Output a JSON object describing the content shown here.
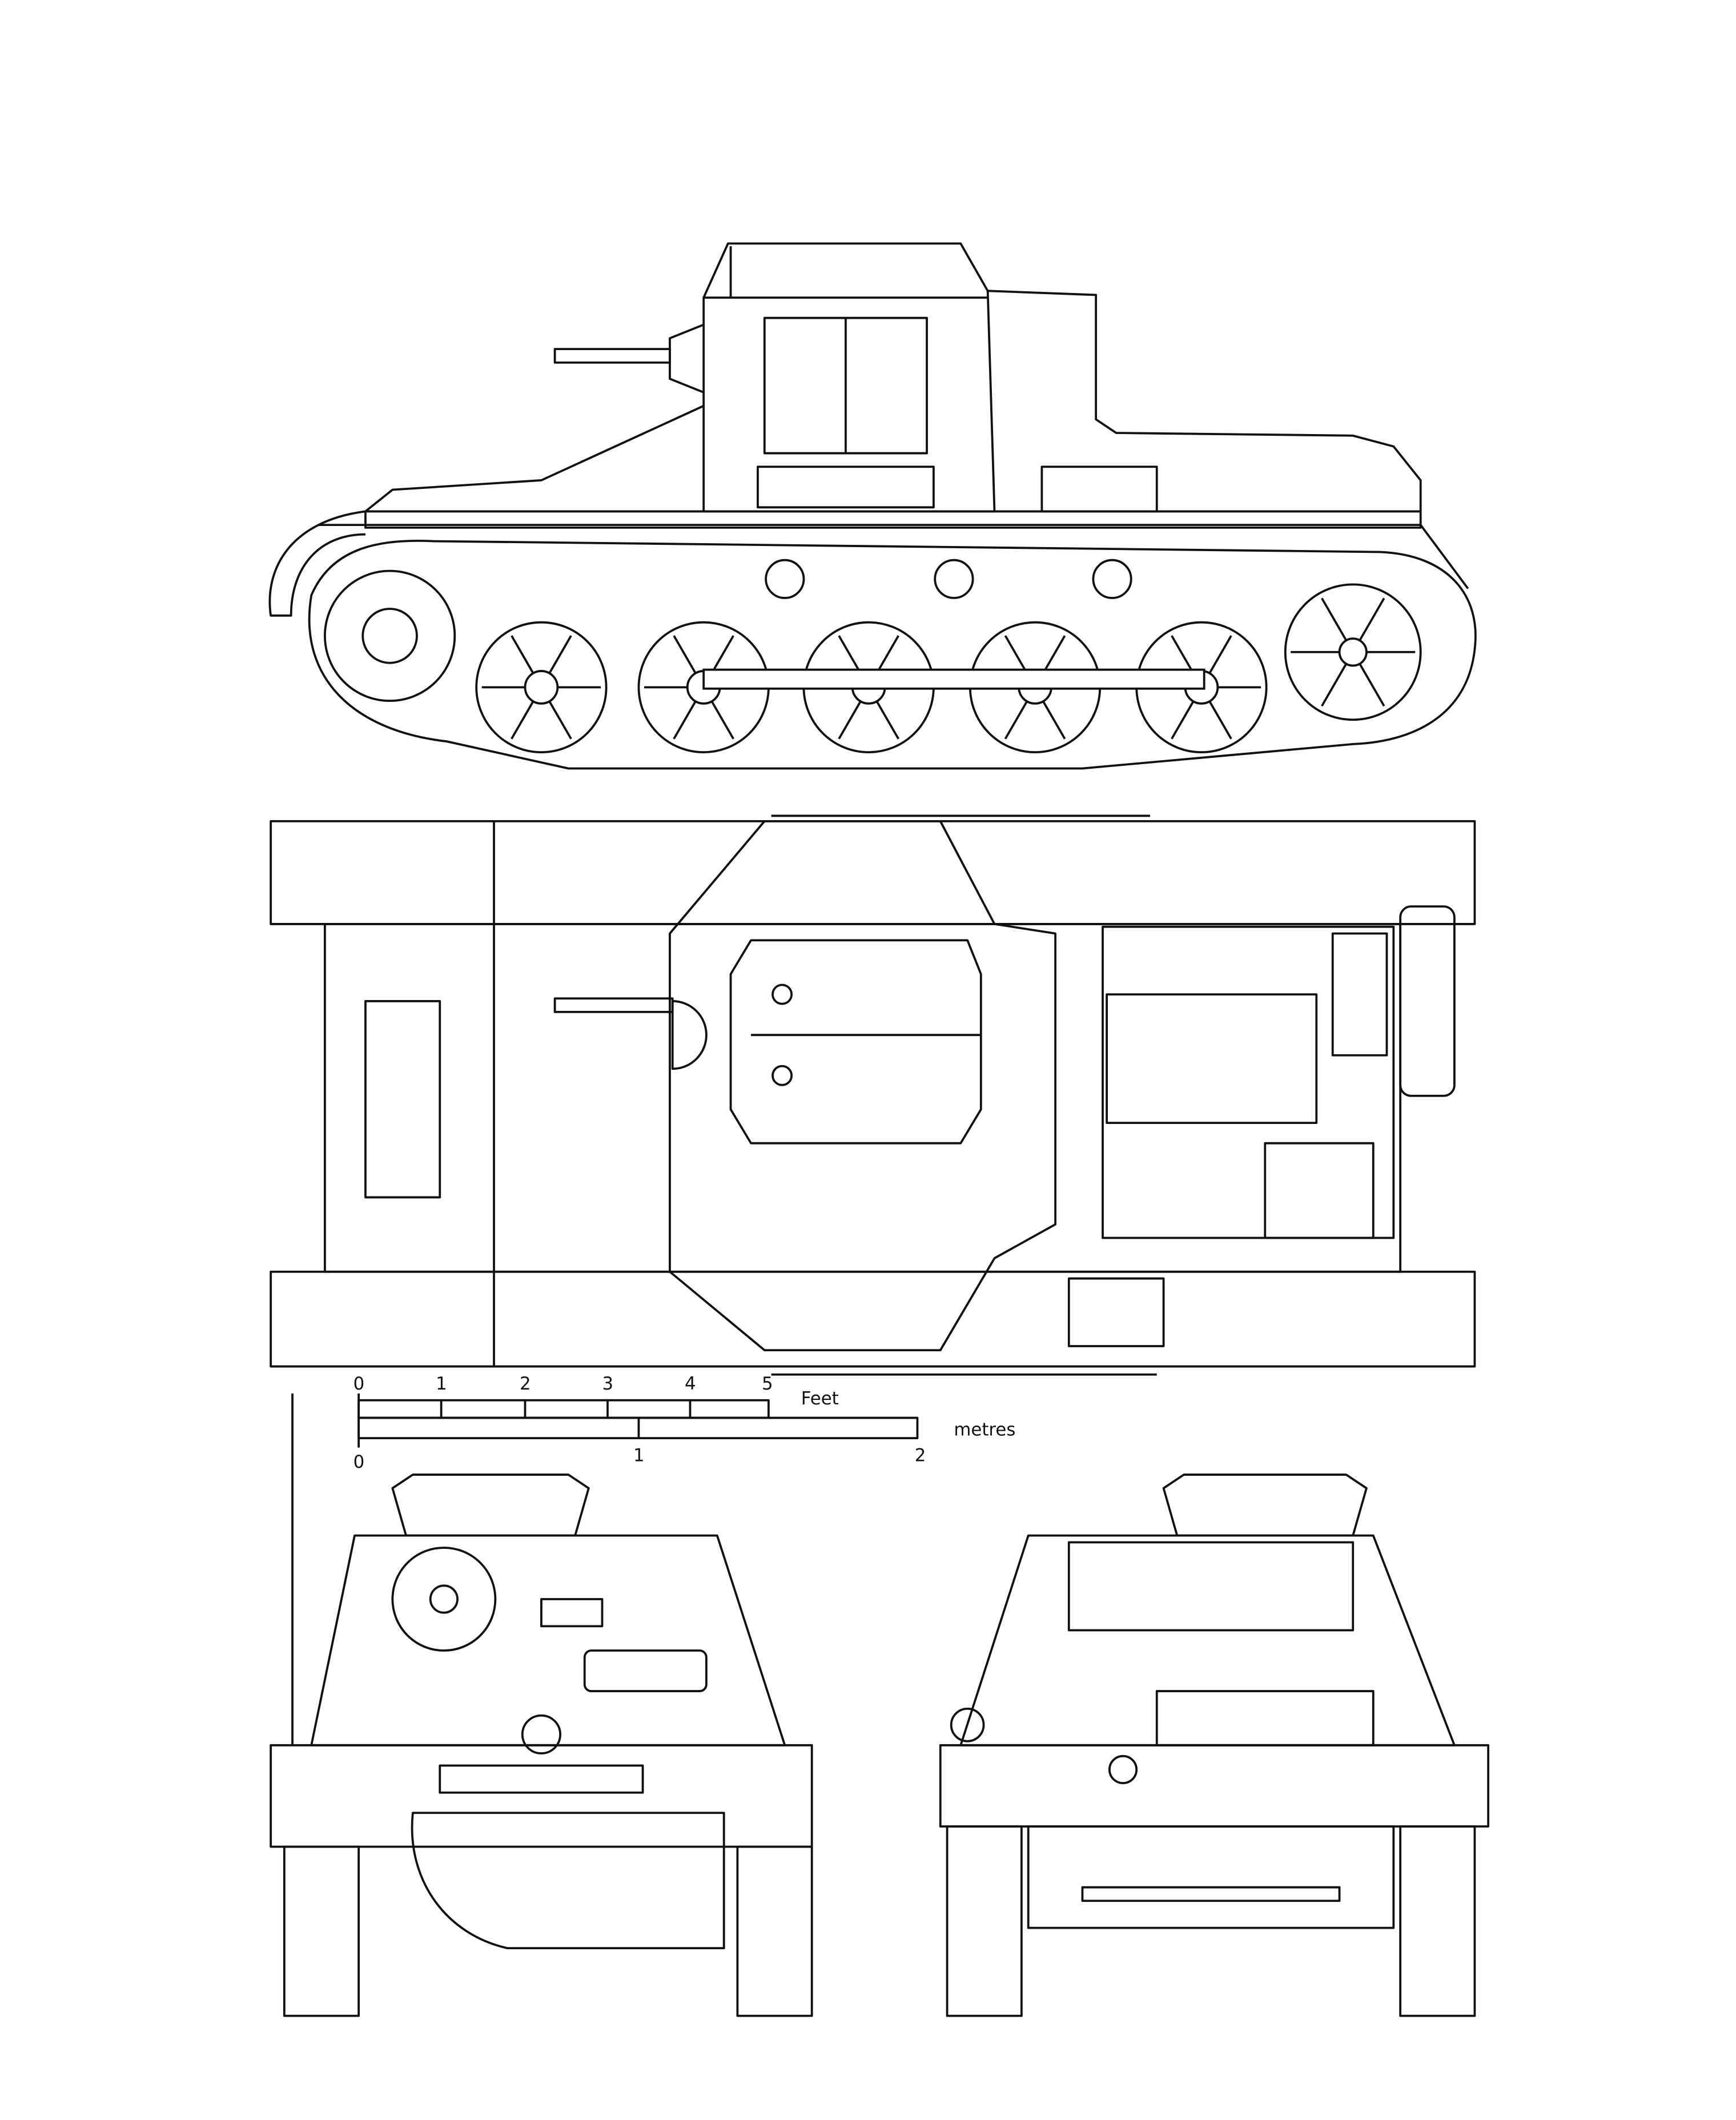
{
  "scale_bar": {
    "feet": {
      "unit_label": "Feet",
      "ticks": [
        "0",
        "1",
        "2",
        "3",
        "4",
        "5"
      ]
    },
    "metres": {
      "unit_label": "metres",
      "ticks": [
        "0",
        "1",
        "2"
      ]
    }
  },
  "views": [
    "side-elevation",
    "plan-view",
    "front-elevation",
    "rear-elevation"
  ],
  "colors": {
    "ink": "#111111",
    "paper": "#ffffff"
  }
}
